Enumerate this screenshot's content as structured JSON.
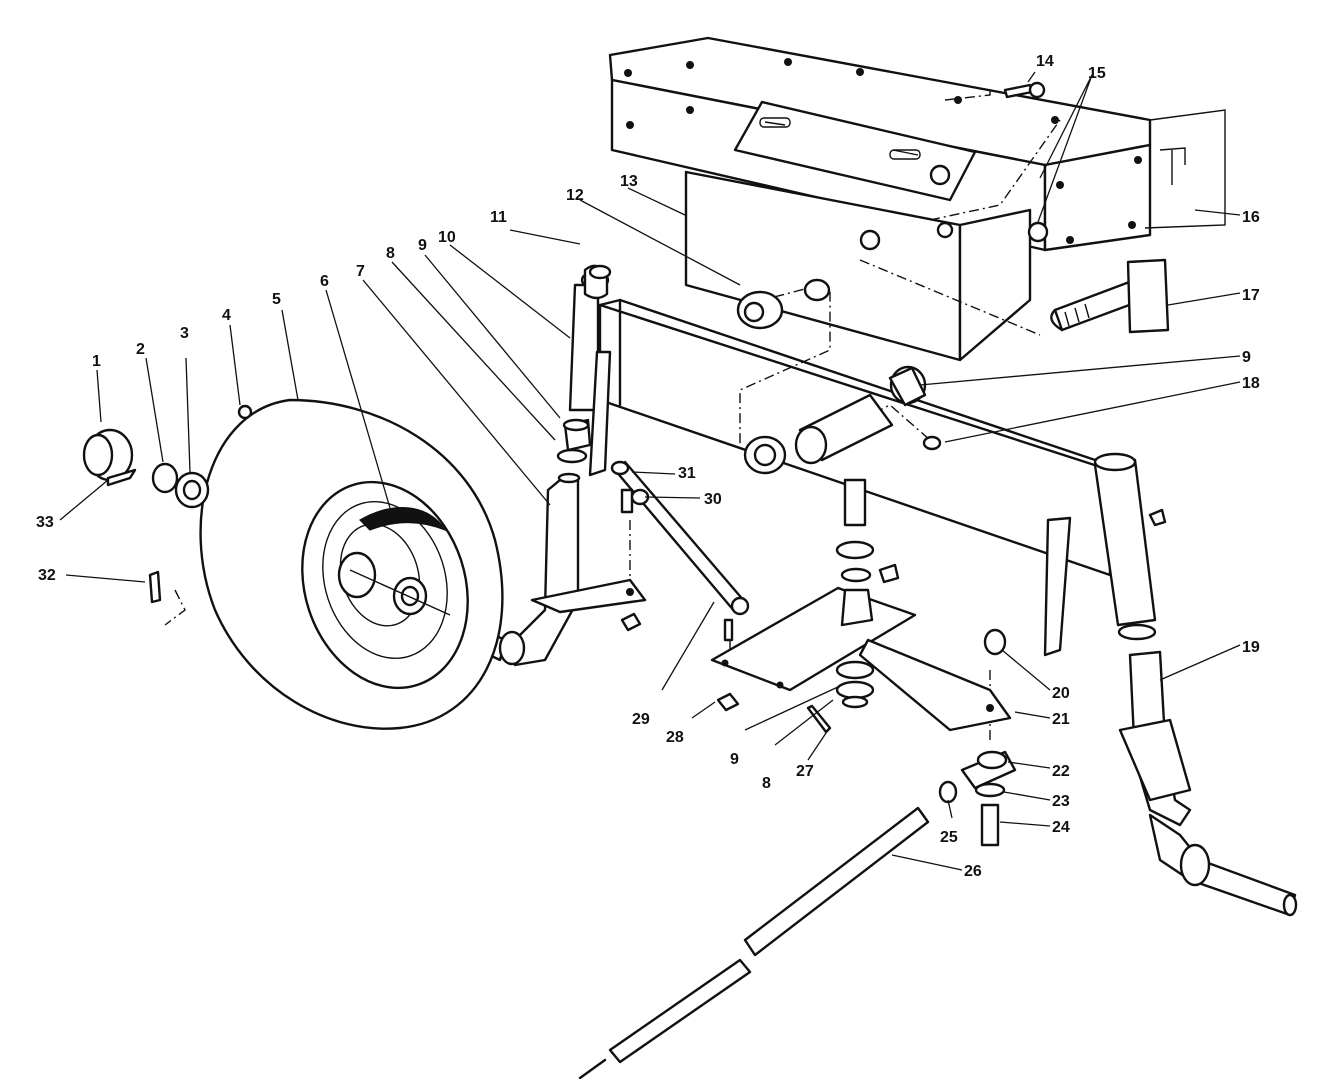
{
  "diagram": {
    "title": "",
    "callouts": [
      {
        "id": "c1",
        "label": "1"
      },
      {
        "id": "c2",
        "label": "2"
      },
      {
        "id": "c3",
        "label": "3"
      },
      {
        "id": "c4",
        "label": "4"
      },
      {
        "id": "c5",
        "label": "5"
      },
      {
        "id": "c6",
        "label": "6"
      },
      {
        "id": "c7",
        "label": "7"
      },
      {
        "id": "c8a",
        "label": "8"
      },
      {
        "id": "c9a",
        "label": "9"
      },
      {
        "id": "c10",
        "label": "10"
      },
      {
        "id": "c11",
        "label": "11"
      },
      {
        "id": "c12",
        "label": "12"
      },
      {
        "id": "c13",
        "label": "13"
      },
      {
        "id": "c14",
        "label": "14"
      },
      {
        "id": "c15",
        "label": "15"
      },
      {
        "id": "c16",
        "label": "16"
      },
      {
        "id": "c17",
        "label": "17"
      },
      {
        "id": "c9b",
        "label": "9"
      },
      {
        "id": "c18",
        "label": "18"
      },
      {
        "id": "c19",
        "label": "19"
      },
      {
        "id": "c20",
        "label": "20"
      },
      {
        "id": "c21",
        "label": "21"
      },
      {
        "id": "c22",
        "label": "22"
      },
      {
        "id": "c23",
        "label": "23"
      },
      {
        "id": "c24",
        "label": "24"
      },
      {
        "id": "c25",
        "label": "25"
      },
      {
        "id": "c26",
        "label": "26"
      },
      {
        "id": "c27",
        "label": "27"
      },
      {
        "id": "c8b",
        "label": "8"
      },
      {
        "id": "c9c",
        "label": "9"
      },
      {
        "id": "c28",
        "label": "28"
      },
      {
        "id": "c29",
        "label": "29"
      },
      {
        "id": "c30",
        "label": "30"
      },
      {
        "id": "c31",
        "label": "31"
      },
      {
        "id": "c32",
        "label": "32"
      },
      {
        "id": "c33",
        "label": "33"
      }
    ]
  }
}
